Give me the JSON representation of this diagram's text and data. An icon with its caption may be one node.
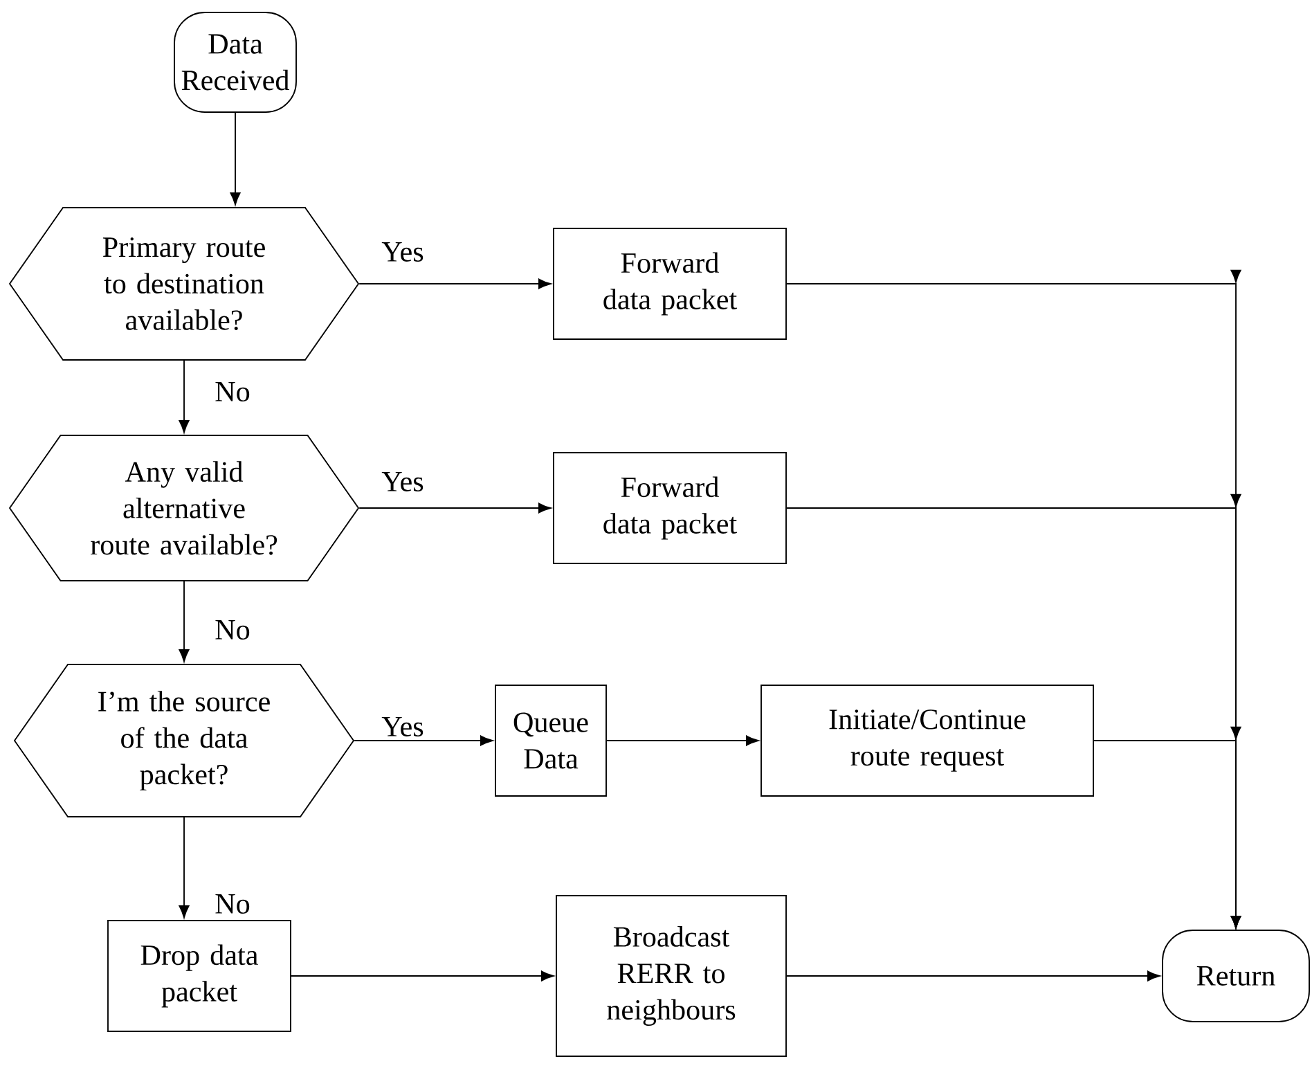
{
  "diagram": {
    "nodes": [
      {
        "text": [
          "Data Received"
        ]
      },
      {
        "text": [
          "Primary route to destination available?"
        ]
      },
      {
        "text": [
          "Forward data packet"
        ]
      },
      {
        "text": [
          "Any valid alternative route available?"
        ]
      },
      {
        "text": [
          "Forward data packet"
        ]
      },
      {
        "text": [
          "I’m the source of the data packet?"
        ]
      },
      {
        "text": [
          "Queue Data"
        ]
      },
      {
        "text": [
          "Initiate/Continue route request"
        ]
      },
      {
        "text": [
          "Drop data packet"
        ]
      },
      {
        "text": [
          "Broadcast RERR to neighbours"
        ]
      },
      {
        "text": [
          "Return"
        ]
      }
    ],
    "edges": [
      {
        "from": 0,
        "to": 1,
        "arrow": "to"
      },
      {
        "from": 1,
        "to": 2,
        "arrow": "to",
        "label": "Yes"
      },
      {
        "from": 1,
        "to": 3,
        "arrow": "to",
        "label": "No"
      },
      {
        "from": 3,
        "to": 4,
        "arrow": "to",
        "label": "Yes"
      },
      {
        "from": 3,
        "to": 5,
        "arrow": "to",
        "label": "No"
      },
      {
        "from": 5,
        "to": 6,
        "arrow": "to",
        "label": "Yes"
      },
      {
        "from": 5,
        "to": 8,
        "arrow": "to",
        "label": "No"
      },
      {
        "from": 6,
        "to": 7,
        "arrow": "to"
      },
      {
        "from": 2,
        "to": 10,
        "arrow": "to"
      },
      {
        "from": 4,
        "to": 10,
        "arrow": "to"
      },
      {
        "from": 7,
        "to": 10,
        "arrow": "to"
      },
      {
        "from": 8,
        "to": 9,
        "arrow": "to"
      },
      {
        "from": 9,
        "to": 10,
        "arrow": "to"
      }
    ]
  }
}
